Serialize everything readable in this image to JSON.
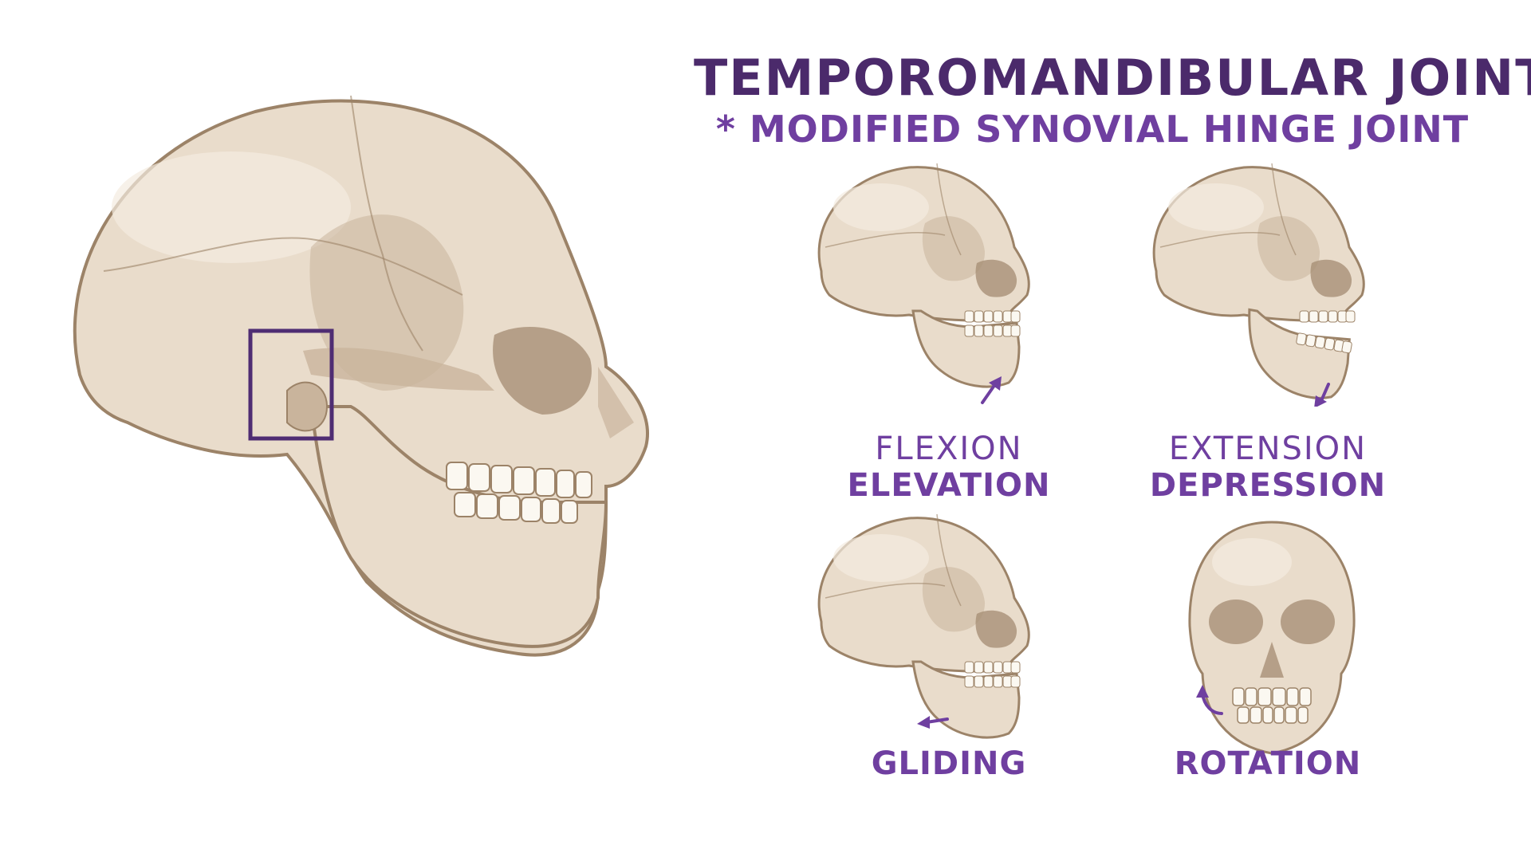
{
  "title": "TEMPOROMANDIBULAR JOINT",
  "subtitle": "* MODIFIED SYNOVIAL HINGE JOINT",
  "movements": [
    {
      "line1": "FLEXION",
      "line2": "ELEVATION"
    },
    {
      "line1": "EXTENSION",
      "line2": "DEPRESSION"
    },
    {
      "line1": "",
      "line2": "GLIDING"
    },
    {
      "line1": "",
      "line2": "ROTATION"
    }
  ],
  "colors": {
    "title": "#4b2a6b",
    "accent": "#6f3fa0",
    "bone": "#e9dccb",
    "bone_light": "#f3ebe0",
    "bone_shadow": "#c9b49c",
    "bone_deep": "#a89077",
    "outline": "#9c8368",
    "tooth": "#fbf8f1",
    "highlight_box": "#4f2d73"
  },
  "icons": {
    "main_skull": "skull-lateral-icon",
    "highlight": "tmj-highlight-box",
    "arrow_flexion": "arrow-up-icon",
    "arrow_extension": "arrow-down-icon",
    "arrow_gliding": "arrow-left-icon",
    "arrow_rotation": "curved-arrow-icon"
  }
}
